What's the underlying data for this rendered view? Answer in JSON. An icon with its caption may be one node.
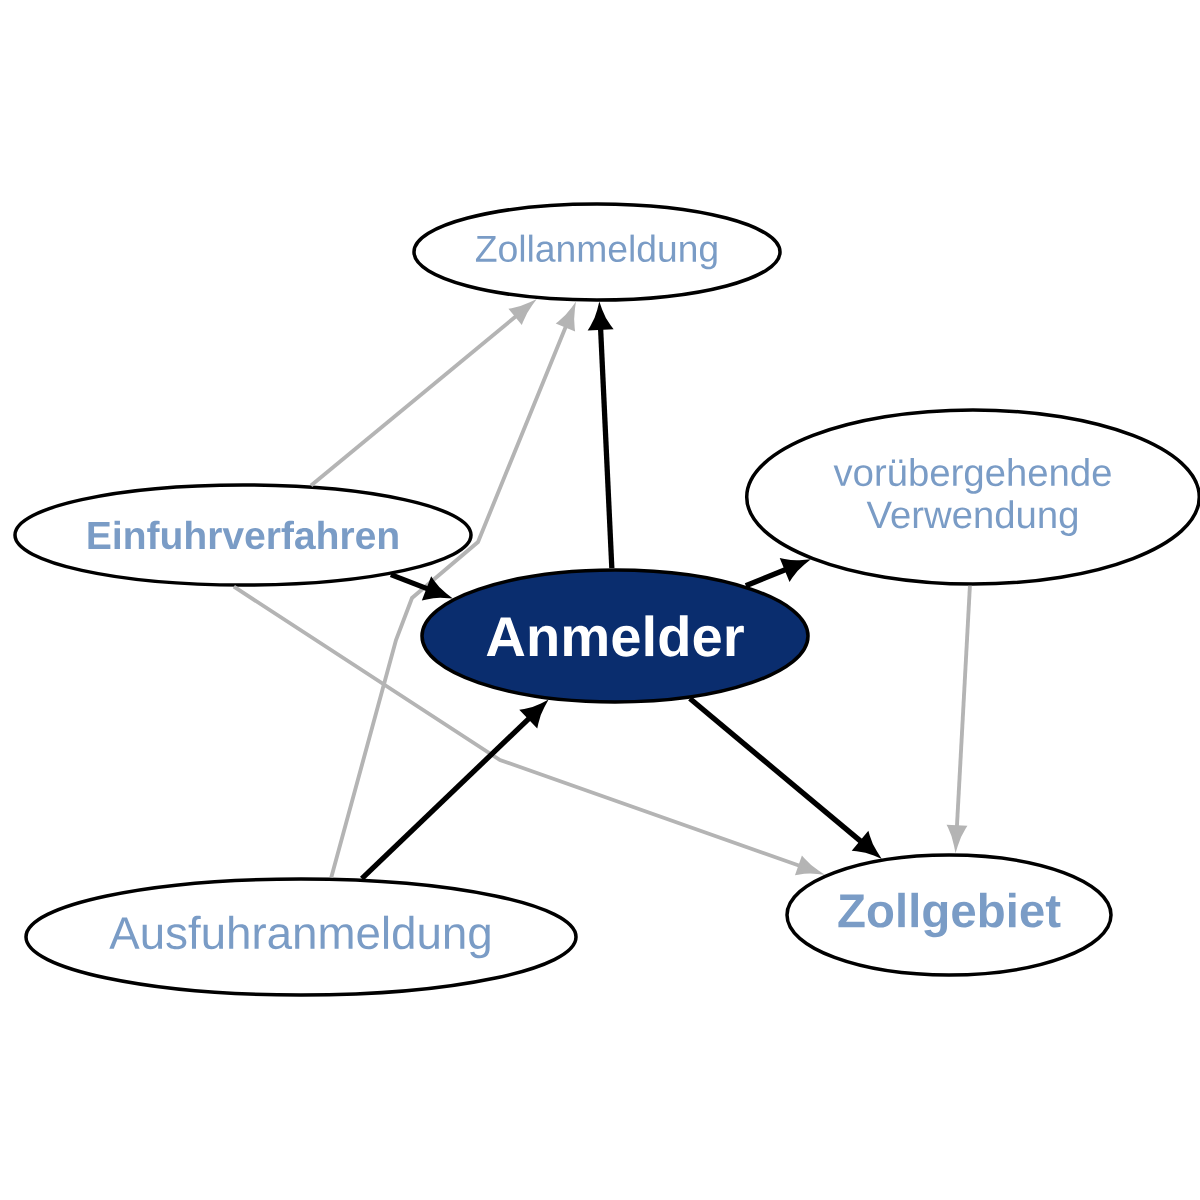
{
  "diagram": {
    "nodes": [
      {
        "text": [
          "Zollanmeldung"
        ]
      },
      {
        "text": [
          "vorübergehende Verwendung"
        ]
      },
      {
        "text": [
          "Einfuhrverfahren"
        ]
      },
      {
        "text": [
          "Anmelder"
        ]
      },
      {
        "text": [
          "Ausfuhranmeldung"
        ]
      },
      {
        "text": [
          "Zollgebiet"
        ]
      }
    ],
    "edges": [
      {
        "from": 3,
        "to": 0,
        "arrow": "to"
      },
      {
        "from": 3,
        "to": 1,
        "arrow": "to"
      },
      {
        "from": 2,
        "to": 3,
        "arrow": "to"
      },
      {
        "from": 4,
        "to": 3,
        "arrow": "to"
      },
      {
        "from": 3,
        "to": 5,
        "arrow": "to"
      },
      {
        "from": 2,
        "to": 0,
        "arrow": "to",
        "color": "#b4b4b4"
      },
      {
        "from": 4,
        "to": 0,
        "arrow": "to",
        "color": "#b4b4b4"
      },
      {
        "from": 2,
        "to": 5,
        "arrow": "to",
        "color": "#b4b4b4"
      },
      {
        "from": 1,
        "to": 5,
        "arrow": "to",
        "color": "#b4b4b4"
      }
    ]
  }
}
